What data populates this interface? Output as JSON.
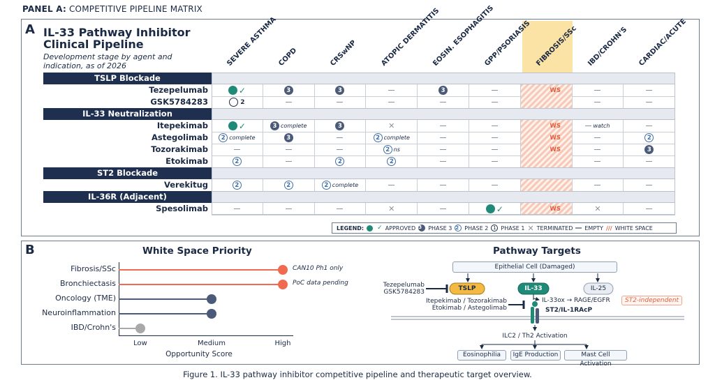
{
  "panel_header": {
    "bold": "PANEL A:",
    "rest": " COMPETITIVE PIPELINE MATRIX"
  },
  "panel_a": {
    "label": "A",
    "title": "IL-33 Pathway Inhibitor Clinical Pipeline",
    "subtitle": "Development stage by agent and indication, as of 2026",
    "columns": [
      "SEVERE ASTHMA",
      "COPD",
      "CRSwNP",
      "ATOPIC DERMATITIS",
      "EOSIN. ESOPHAGITIS",
      "GPP/PSORIASIS",
      "FIBROSIS/SSc",
      "IBD/CROHN'S",
      "CARDIAC/ACUTE"
    ],
    "highlight_column": 6,
    "categories": [
      {
        "name": "TSLP Blockade",
        "rows": [
          {
            "agent": "Tezepelumab",
            "cells": [
              {
                "t": "approved"
              },
              {
                "t": "p3",
                "v": "3"
              },
              {
                "t": "p3",
                "v": "3"
              },
              {
                "t": "empty"
              },
              {
                "t": "p3",
                "v": "3"
              },
              {
                "t": "empty"
              },
              {
                "t": "ws",
                "v": "WS"
              },
              {
                "t": "empty"
              },
              {
                "t": "empty"
              }
            ]
          },
          {
            "agent": "GSK5784283",
            "cells": [
              {
                "t": "p1",
                "v": "2"
              },
              {
                "t": "empty"
              },
              {
                "t": "empty"
              },
              {
                "t": "empty"
              },
              {
                "t": "empty"
              },
              {
                "t": "empty"
              },
              {
                "t": "ws",
                "v": ""
              },
              {
                "t": "empty"
              },
              {
                "t": "empty"
              }
            ]
          }
        ]
      },
      {
        "name": "IL-33 Neutralization",
        "rows": [
          {
            "agent": "Itepekimab",
            "cells": [
              {
                "t": "approved"
              },
              {
                "t": "p3",
                "v": "3",
                "n": "complete"
              },
              {
                "t": "p3",
                "v": "3"
              },
              {
                "t": "term"
              },
              {
                "t": "empty"
              },
              {
                "t": "empty"
              },
              {
                "t": "ws",
                "v": "WS"
              },
              {
                "t": "empty",
                "n": "watch"
              },
              {
                "t": "empty"
              }
            ]
          },
          {
            "agent": "Astegolimab",
            "cells": [
              {
                "t": "p2",
                "v": "2",
                "n": "complete"
              },
              {
                "t": "p3",
                "v": "3"
              },
              {
                "t": "empty"
              },
              {
                "t": "p2",
                "v": "2",
                "n": "complete"
              },
              {
                "t": "empty"
              },
              {
                "t": "empty"
              },
              {
                "t": "ws",
                "v": "WS"
              },
              {
                "t": "empty"
              },
              {
                "t": "p2",
                "v": "2"
              }
            ]
          },
          {
            "agent": "Tozorakimab",
            "cells": [
              {
                "t": "empty"
              },
              {
                "t": "empty"
              },
              {
                "t": "empty"
              },
              {
                "t": "p2",
                "v": "2",
                "n": "ns"
              },
              {
                "t": "empty"
              },
              {
                "t": "empty"
              },
              {
                "t": "ws",
                "v": "WS"
              },
              {
                "t": "empty"
              },
              {
                "t": "p3",
                "v": "3"
              }
            ]
          },
          {
            "agent": "Etokimab",
            "cells": [
              {
                "t": "p2",
                "v": "2"
              },
              {
                "t": "empty"
              },
              {
                "t": "p2",
                "v": "2"
              },
              {
                "t": "p2",
                "v": "2"
              },
              {
                "t": "empty"
              },
              {
                "t": "empty"
              },
              {
                "t": "ws",
                "v": ""
              },
              {
                "t": "empty"
              },
              {
                "t": "empty"
              }
            ]
          }
        ]
      },
      {
        "name": "ST2 Blockade",
        "rows": [
          {
            "agent": "Verekitug",
            "cells": [
              {
                "t": "p2",
                "v": "2"
              },
              {
                "t": "p2",
                "v": "2"
              },
              {
                "t": "p2",
                "v": "2",
                "n": "complete"
              },
              {
                "t": "empty"
              },
              {
                "t": "empty"
              },
              {
                "t": "empty"
              },
              {
                "t": "ws",
                "v": ""
              },
              {
                "t": "empty"
              },
              {
                "t": "empty"
              }
            ]
          }
        ]
      },
      {
        "name": "IL-36R (Adjacent)",
        "rows": [
          {
            "agent": "Spesolimab",
            "cells": [
              {
                "t": "empty"
              },
              {
                "t": "empty"
              },
              {
                "t": "empty"
              },
              {
                "t": "term"
              },
              {
                "t": "empty"
              },
              {
                "t": "approved"
              },
              {
                "t": "ws",
                "v": "WS"
              },
              {
                "t": "term"
              },
              {
                "t": "empty"
              }
            ]
          }
        ]
      }
    ],
    "legend": {
      "title": "LEGEND:",
      "approved": "APPROVED",
      "phase3": "PHASE 3",
      "phase2": "PHASE 2",
      "phase1": "PHASE 1",
      "terminated": "TERMINATED",
      "empty": "EMPTY",
      "white_space": "WHITE SPACE",
      "n3": "3",
      "n2": "2",
      "n1": "1"
    }
  },
  "panel_b": {
    "label": "B",
    "white_space": {
      "title": "White Space Priority",
      "xlabel": "Opportunity Score",
      "ticks": [
        "Low",
        "Medium",
        "High"
      ],
      "items": [
        {
          "name": "Fibrosis/SSc",
          "score": 3,
          "color": "#f06a50",
          "note": "CAN10 Ph1 only"
        },
        {
          "name": "Bronchiectasis",
          "score": 3,
          "color": "#f06a50",
          "note": "PoC data pending"
        },
        {
          "name": "Oncology (TME)",
          "score": 2,
          "color": "#4a5a78",
          "note": ""
        },
        {
          "name": "Neuroinflammation",
          "score": 2,
          "color": "#4a5a78",
          "note": ""
        },
        {
          "name": "IBD/Crohn's",
          "score": 1,
          "color": "#a9a9a9",
          "note": ""
        }
      ]
    },
    "pathway": {
      "title": "Pathway Targets",
      "epithelial": "Epithelial Cell (Damaged)",
      "tslp": "TSLP",
      "il33": "IL-33",
      "il25": "IL-25",
      "tslp_drugs_1": "Tezepelumab",
      "tslp_drugs_2": "GSK5784283",
      "il33_drugs_1": "Itepekimab / Tozorakimab",
      "il33_drugs_2": "Etokimab / Astegolimab",
      "il33ox": "IL-33ox → RAGE/EGFR",
      "st2_indep": "ST2-independent",
      "receptor": "ST2/IL-1RAcP",
      "activation": "ILC2 / Th2 Activation",
      "out1": "Eosinophilia",
      "out2": "IgE Production",
      "out3": "Mast Cell Activation"
    }
  },
  "caption": "Figure 1. IL-33 pathway inhibitor competitive pipeline and therapeutic target overview."
}
